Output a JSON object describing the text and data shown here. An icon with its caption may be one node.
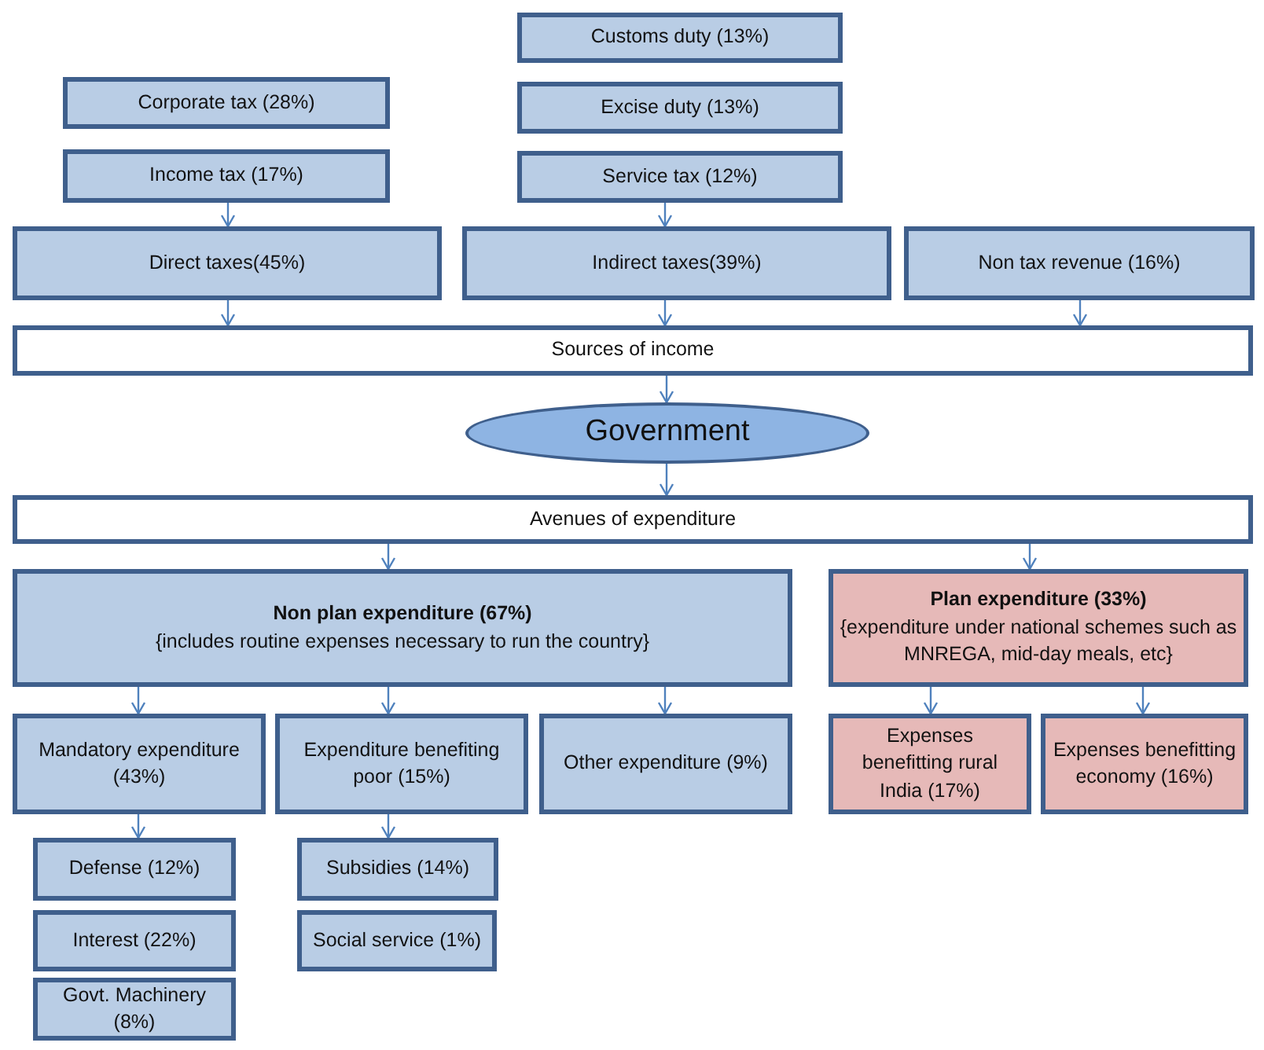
{
  "diagram": {
    "nodes": [
      {
        "text": [
          "Customs duty (13%)"
        ]
      },
      {
        "text": [
          "Corporate tax (28%)"
        ]
      },
      {
        "text": [
          "Excise duty (13%)"
        ]
      },
      {
        "text": [
          "Income tax (17%)"
        ]
      },
      {
        "text": [
          "Service tax (12%)"
        ]
      },
      {
        "text": [
          "Direct taxes(45%)"
        ]
      },
      {
        "text": [
          "Indirect taxes(39%)"
        ]
      },
      {
        "text": [
          "Non tax revenue (16%)"
        ]
      },
      {
        "text": [
          "Sources of income"
        ]
      },
      {
        "text": [
          "Government"
        ]
      },
      {
        "text": [
          "Avenues of expenditure"
        ]
      },
      {
        "text": [
          "Non plan expenditure (67%)",
          "{includes routine expenses necessary to run the country}"
        ]
      },
      {
        "text": [
          "Plan expenditure (33%)",
          "{expenditure under national schemes such as MNREGA, mid-day meals, etc}"
        ]
      },
      {
        "text": [
          "Mandatory expenditure (43%)"
        ]
      },
      {
        "text": [
          "Expenditure benefiting poor (15%)"
        ]
      },
      {
        "text": [
          "Other expenditure (9%)"
        ]
      },
      {
        "text": [
          "Expenses benefitting rural India (17%)"
        ]
      },
      {
        "text": [
          "Expenses benefitting economy (16%)"
        ]
      },
      {
        "text": [
          "Defense (12%)"
        ]
      },
      {
        "text": [
          "Subsidies (14%)"
        ]
      },
      {
        "text": [
          "Interest (22%)"
        ]
      },
      {
        "text": [
          "Social service (1%)"
        ]
      },
      {
        "text": [
          "Govt. Machinery (8%)"
        ]
      }
    ],
    "edges": [
      {
        "from": 3,
        "to": 5,
        "arrow": "to"
      },
      {
        "from": 4,
        "to": 6,
        "arrow": "to"
      },
      {
        "from": 5,
        "to": 8,
        "arrow": "to"
      },
      {
        "from": 6,
        "to": 8,
        "arrow": "to"
      },
      {
        "from": 7,
        "to": 8,
        "arrow": "to"
      },
      {
        "from": 8,
        "to": 9,
        "arrow": "to"
      },
      {
        "from": 9,
        "to": 10,
        "arrow": "to"
      },
      {
        "from": 10,
        "to": 11,
        "arrow": "to"
      },
      {
        "from": 10,
        "to": 12,
        "arrow": "to"
      },
      {
        "from": 11,
        "to": 13,
        "arrow": "to"
      },
      {
        "from": 11,
        "to": 14,
        "arrow": "to"
      },
      {
        "from": 11,
        "to": 15,
        "arrow": "to"
      },
      {
        "from": 12,
        "to": 16,
        "arrow": "to"
      },
      {
        "from": 12,
        "to": 17,
        "arrow": "to"
      },
      {
        "from": 13,
        "to": 18,
        "arrow": "to"
      },
      {
        "from": 14,
        "to": 19,
        "arrow": "to"
      }
    ]
  }
}
